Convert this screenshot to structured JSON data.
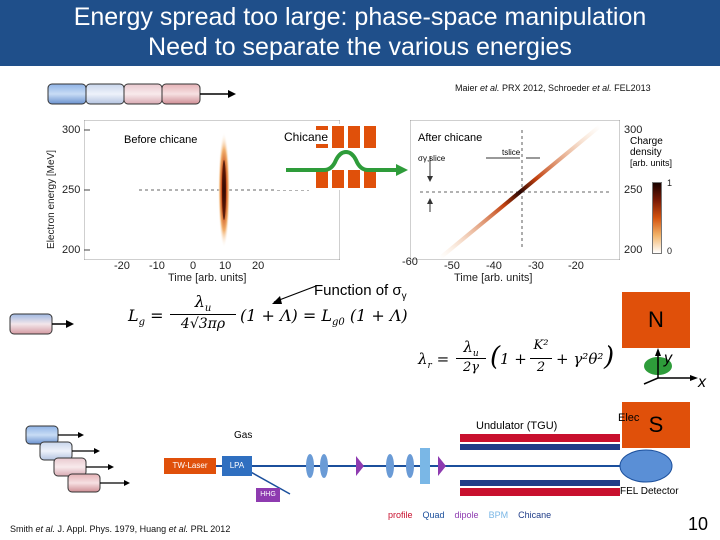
{
  "slide": {
    "title_line1": "Energy spread too large: phase-space manipulation",
    "title_line2": "Need to separate the various energies",
    "ref_top": {
      "authors1": "Maier ",
      "etal1": "et al.",
      "rest1": " PRX 2012, Schroeder ",
      "etal2": "et al.",
      "rest2": " FEL2013"
    },
    "ref_bottom": {
      "authors1": "Smith ",
      "etal1": "et al.",
      "rest1": " J. Appl. Phys. 1979, Huang ",
      "etal2": "et al.",
      "rest2": " PRL 2012"
    },
    "page_number": "10",
    "function_label": "Function of σ",
    "function_sub": "γ"
  },
  "figure_top": {
    "before_label": "Before chicane",
    "chicane_label": "Chicane",
    "after_label": "After chicane",
    "ylabel": "Electron energy [MeV]",
    "xlabel_left": "Time [arb. units]",
    "xlabel_right": "Time [arb. units]",
    "charge_label_line1": "Charge",
    "charge_label_line2": "density",
    "charge_label_line3": "[arb. units]",
    "y_ticks_left": [
      "300",
      "250",
      "200"
    ],
    "y_ticks_right": [
      "300",
      "250",
      "200"
    ],
    "x_ticks_left": [
      "-20",
      "-10",
      "0",
      "10",
      "20"
    ],
    "x_ticks_right": [
      "-60",
      "-50",
      "-40",
      "-30",
      "-20"
    ],
    "colorbar_ticks": [
      "1",
      "0"
    ],
    "sigma_label": "σγ,slice",
    "tslice_label": "tslice"
  },
  "equations": {
    "lg_lhs": "L",
    "lg_sub": "g",
    "lg_num": "λ",
    "lg_num_sub": "u",
    "lg_den": "4√3πρ",
    "lg_factor": "(1 + Λ) = L",
    "lg_sub2": "g0",
    "lg_factor2": "(1 + Λ)",
    "lr_lhs": "λ",
    "lr_sub": "r",
    "lr_num": "λ",
    "lr_num_sub": "u",
    "lr_den": "2γ",
    "lr_bracket": "1 +",
    "lr_k": "K",
    "lr_k_den": "2",
    "lr_tail": "+ γ²θ²"
  },
  "magnet": {
    "north": "N",
    "south": "S",
    "axis_y": "y",
    "axis_x": "x",
    "colors": {
      "pole": "#e0500a",
      "beam": "#2e9c3a"
    }
  },
  "beamline": {
    "gas": "Gas",
    "tw_laser": "TW-Laser",
    "lpa": "LPA",
    "hhg": "HHG",
    "undulator": "Undulator (TGU)",
    "elec": "Elec",
    "fel_detector": "FEL Detector",
    "legend": [
      "profile",
      "Quad",
      "dipole",
      "BPM",
      "Chicane"
    ]
  }
}
